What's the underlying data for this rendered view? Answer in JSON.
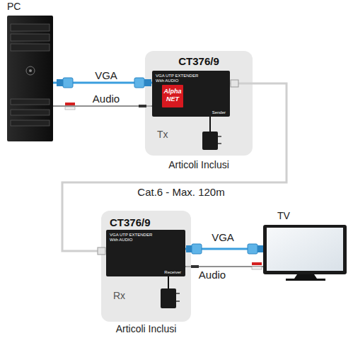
{
  "diagram": {
    "nodes": [
      {
        "text": [
          "PC"
        ]
      },
      {
        "text": [
          "CT376/9",
          "Tx",
          "Articoli Inclusi"
        ]
      },
      {
        "text": [
          "VGA UTP EXTENDER With AUDIO",
          "Sender"
        ],
        "in": 1
      },
      {
        "text": [
          "Alpha NET"
        ],
        "in": 2
      },
      {
        "text": [
          "CT376/9",
          "Rx",
          "Articoli Inclusi"
        ]
      },
      {
        "text": [
          "VGA UTP EXTENDER With AUDIO",
          "Receiver"
        ],
        "in": 4
      },
      {
        "text": [
          "TV"
        ]
      }
    ],
    "edges": [
      {
        "from": 0,
        "to": 2,
        "label": "VGA",
        "arrow": "none"
      },
      {
        "from": 0,
        "to": 2,
        "label": "Audio",
        "arrow": "none"
      },
      {
        "from": 2,
        "to": 5,
        "label": "Cat.6 - Max. 120m",
        "arrow": "none"
      },
      {
        "from": 5,
        "to": 6,
        "label": "VGA",
        "arrow": "none"
      },
      {
        "from": 5,
        "to": 6,
        "label": "Audio",
        "arrow": "none"
      }
    ]
  }
}
